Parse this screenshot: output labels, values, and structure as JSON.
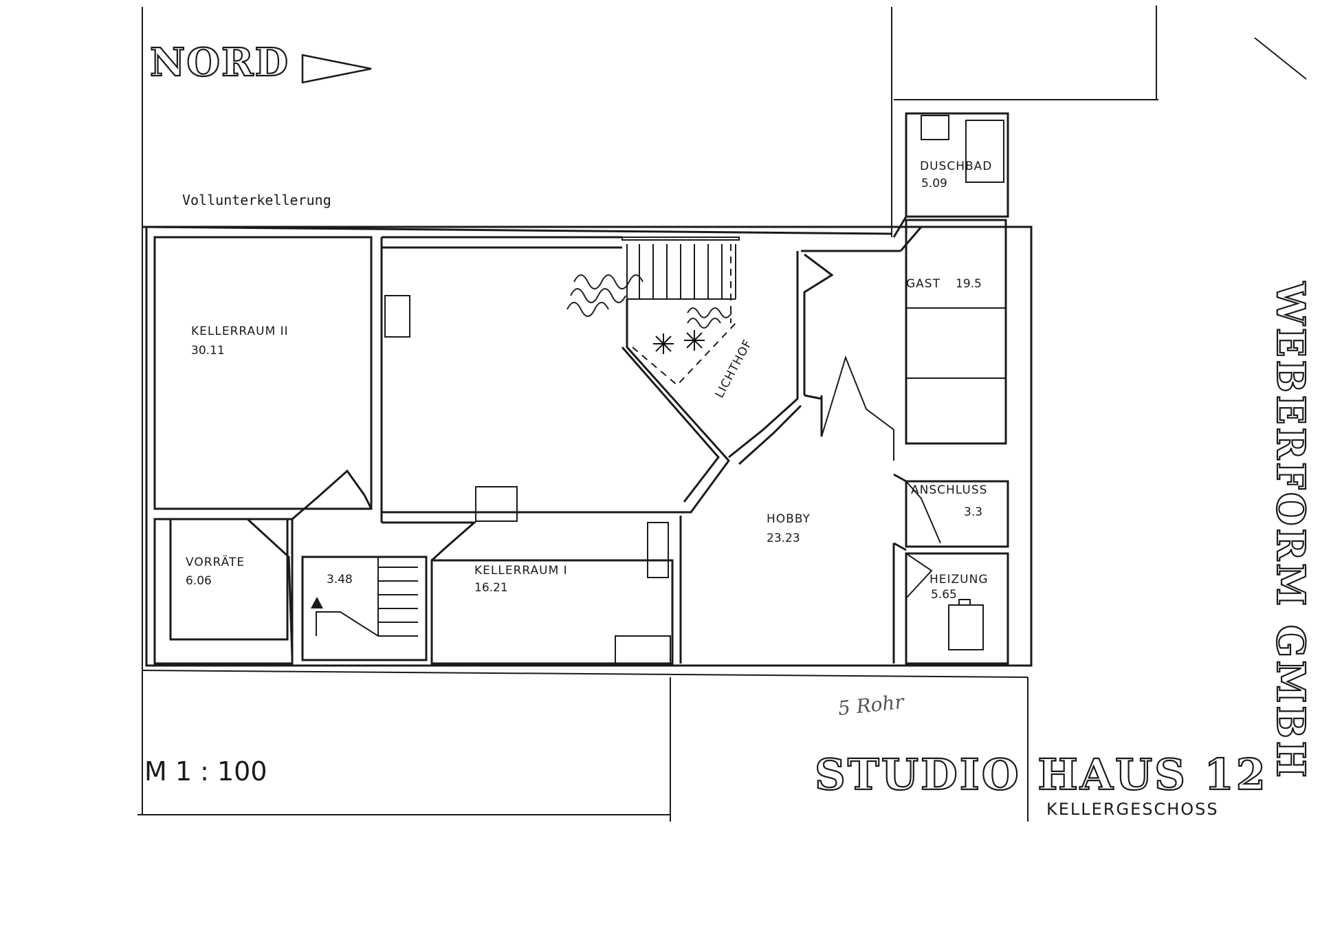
{
  "header": {
    "north_label": "NORD",
    "note_full_basement": "Vollunterkellerung"
  },
  "rooms": [
    {
      "id": "kellerraum-2",
      "label": "KELLERRAUM II",
      "area": "30.11"
    },
    {
      "id": "vorraete",
      "label": "VORRÄTE",
      "area": "6.06"
    },
    {
      "id": "stair-hall",
      "label": "",
      "area": "3.48"
    },
    {
      "id": "kellerraum-1",
      "label": "KELLERRAUM I",
      "area": "16.21"
    },
    {
      "id": "lichthof",
      "label": "LICHTHOF",
      "area": ""
    },
    {
      "id": "duschbad",
      "label": "DUSCHBAD",
      "area": "5.09"
    },
    {
      "id": "gast",
      "label": "GAST",
      "area": "19.5"
    },
    {
      "id": "hobby",
      "label": "HOBBY",
      "area": "23.23"
    },
    {
      "id": "anschluss",
      "label": "ANSCHLUSS",
      "area": "3.3"
    },
    {
      "id": "heizung",
      "label": "HEIZUNG",
      "area": "5.65"
    }
  ],
  "footer": {
    "scale": "M 1 : 100",
    "title": "STUDIO HAUS 12",
    "subtitle": "KELLERGESCHOSS",
    "company": "WEBERFORM GMBH",
    "handwritten_note": "5 Rohr"
  },
  "colors": {
    "ink": "#1a1a1a",
    "paper": "#ffffff"
  }
}
